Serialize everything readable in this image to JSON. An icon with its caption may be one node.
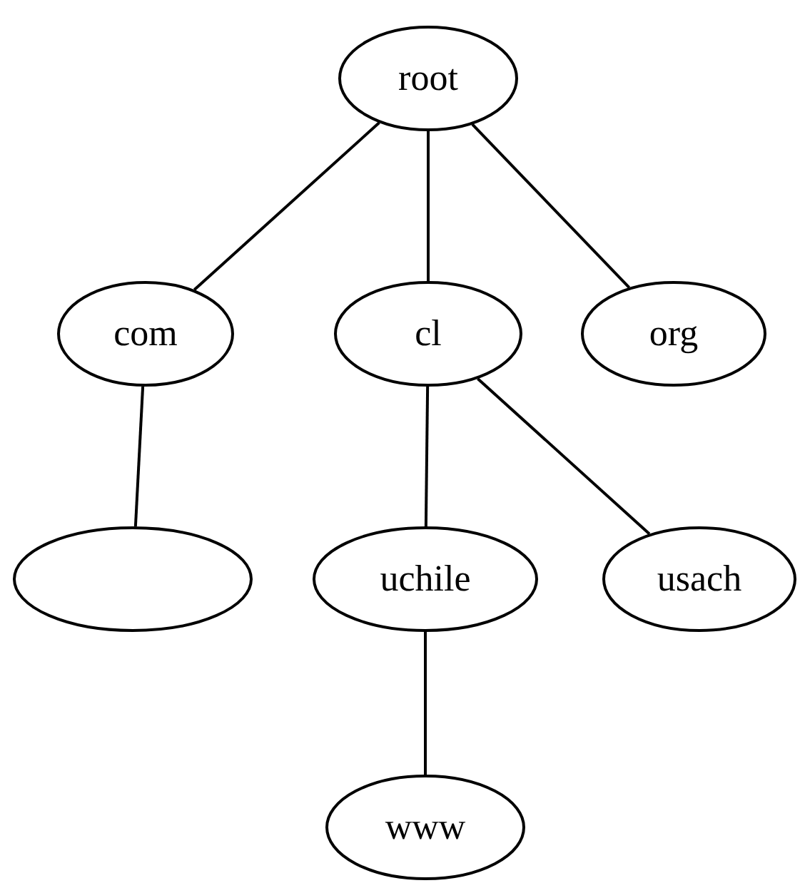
{
  "diagram": {
    "nodes": [
      {
        "text": [
          "root"
        ]
      },
      {
        "text": [
          "com"
        ]
      },
      {
        "text": [
          "cl"
        ]
      },
      {
        "text": [
          "org"
        ]
      },
      {
        "text": [],
        "shape": "ellipse"
      },
      {
        "text": [
          "uchile"
        ]
      },
      {
        "text": [
          "usach"
        ]
      },
      {
        "text": [
          "www"
        ]
      }
    ],
    "edges": [
      {
        "from": 0,
        "to": 1,
        "arrow": "none"
      },
      {
        "from": 0,
        "to": 2,
        "arrow": "none"
      },
      {
        "from": 0,
        "to": 3,
        "arrow": "none"
      },
      {
        "from": 1,
        "to": 4,
        "arrow": "none"
      },
      {
        "from": 2,
        "to": 5,
        "arrow": "none"
      },
      {
        "from": 2,
        "to": 6,
        "arrow": "none"
      },
      {
        "from": 5,
        "to": 7,
        "arrow": "none"
      }
    ]
  }
}
